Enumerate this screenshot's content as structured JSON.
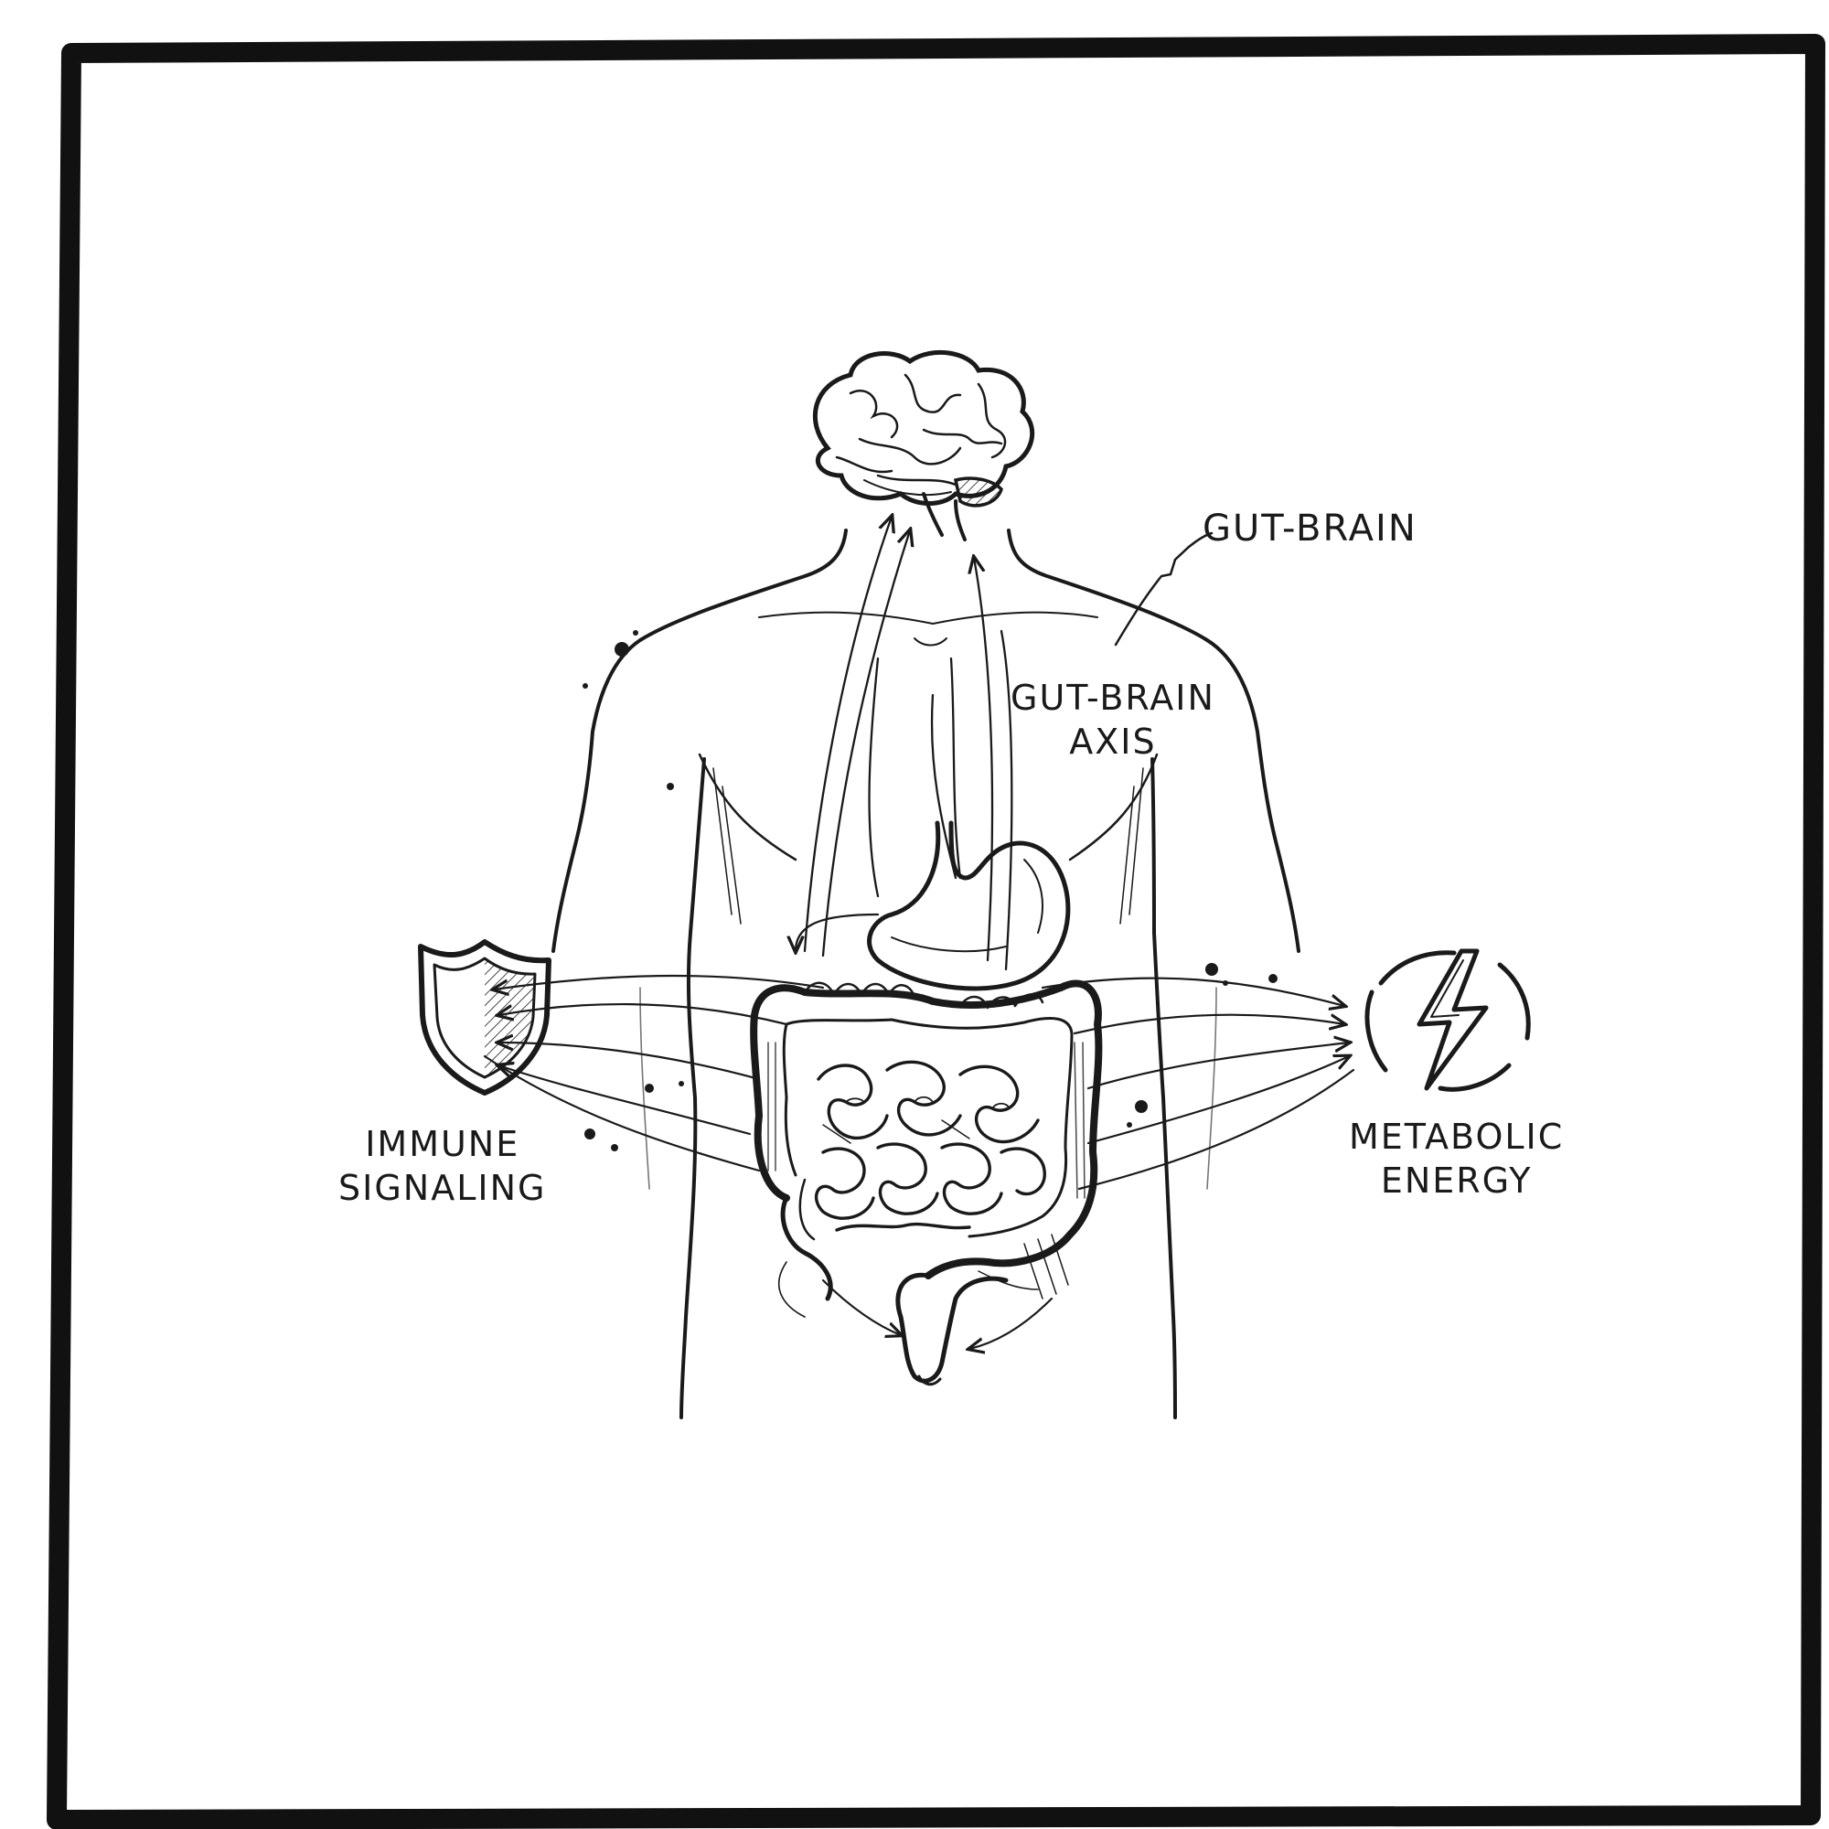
{
  "labels": {
    "gut_brain": "GUT-BRAIN",
    "axis_line1": "GUT-BRAIN",
    "axis_line2": "AXIS",
    "immune_line1": "IMMUNE",
    "immune_line2": "SIGNALING",
    "metabolic_line1": "METABOLIC",
    "metabolic_line2": "ENERGY"
  },
  "icons": {
    "brain": "brain-icon",
    "shield": "shield-icon",
    "energy": "lightning-bolt-icon",
    "torso": "torso-outline",
    "digestive": "digestive-tract"
  },
  "colors": {
    "ink": "#1a1a1a",
    "background": "#ffffff"
  }
}
